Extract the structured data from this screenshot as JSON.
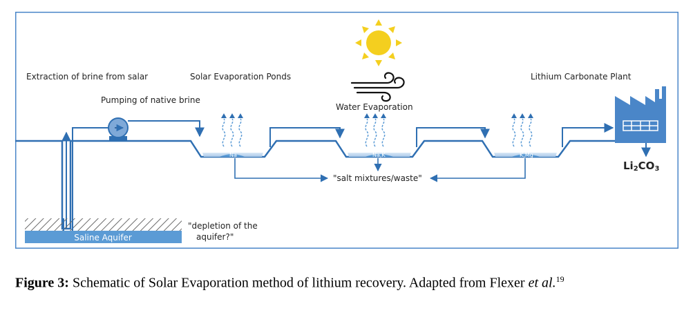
{
  "labels": {
    "extraction": "Extraction of brine from salar",
    "ponds": "Solar Evaporation Ponds",
    "pumping": "Pumping of native brine",
    "water_evap": "Water Evaporation",
    "plant": "Lithium Carbonate Plant",
    "li_base": "Li",
    "li_sub2": "2",
    "li_co": "CO",
    "li_sub3": "3",
    "salt": "\"salt mixtures/waste\"",
    "depletion_line1": "\"depletion of the",
    "depletion_line2": "aquifer?\"",
    "aquifer": "Saline Aquifer",
    "pond1_salt": "Na",
    "pond2_salt": "Na,K",
    "pond3_salt": "K,Mg"
  },
  "caption": {
    "label": "Figure 3:",
    "text": " Schematic of Solar Evaporation method of lithium recovery. Adapted from Flexer ",
    "et_al": "et al.",
    "ref": "19"
  },
  "colors": {
    "line": "#2f6fb2",
    "sun": "#f4cf1f",
    "aquifer": "#5b9bd5",
    "factory": "#4a86c8",
    "frame": "#4a86c8"
  }
}
